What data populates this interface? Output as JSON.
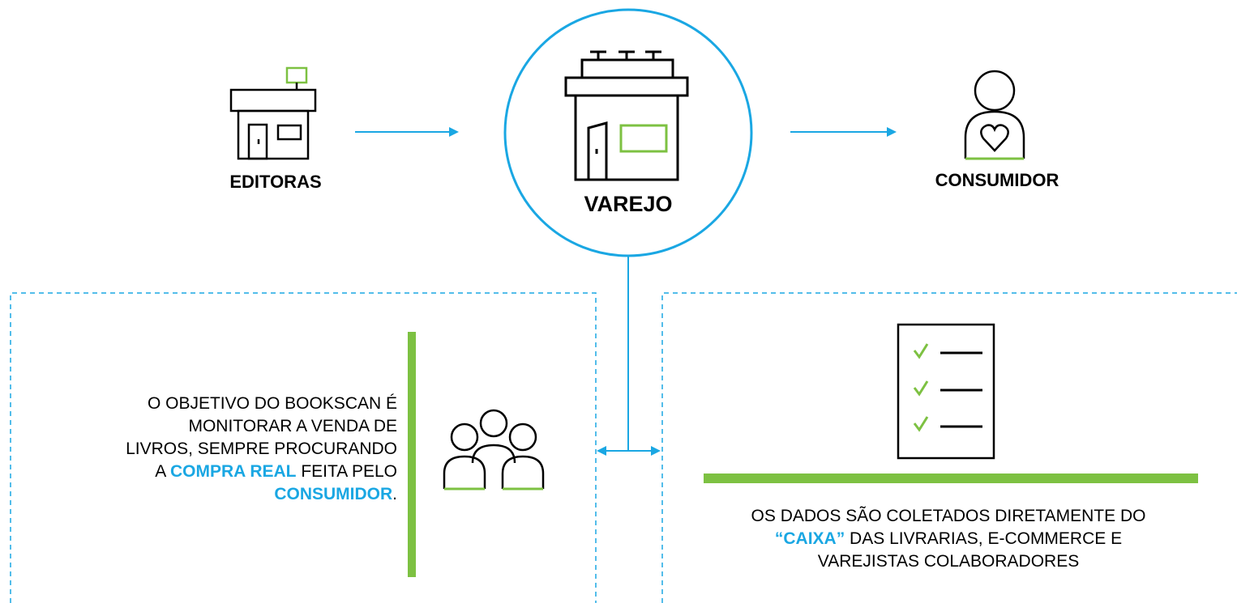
{
  "nodes": {
    "editoras": {
      "label": "EDITORAS"
    },
    "varejo": {
      "label": "VAREJO"
    },
    "consumidor": {
      "label": "CONSUMIDOR"
    }
  },
  "left_panel": {
    "line1": "O OBJETIVO DO BOOKSCAN É",
    "line2": "MONITORAR A VENDA DE",
    "line3": "LIVROS, SEMPRE PROCURANDO",
    "line4_pre": "A ",
    "line4_hl": "COMPRA REAL",
    "line4_post": " FEITA PELO",
    "line5_hl": "CONSUMIDOR",
    "line5_post": "."
  },
  "right_panel": {
    "line1": "OS DADOS SÃO COLETADOS DIRETAMENTE DO",
    "line2_hl": "“CAIXA”",
    "line2_post": " DAS LIVRARIAS, E-COMMERCE E",
    "line3": "VAREJISTAS COLABORADORES"
  },
  "colors": {
    "accent_blue": "#1aa7e3",
    "accent_green": "#7dc142",
    "dark": "#000000"
  }
}
